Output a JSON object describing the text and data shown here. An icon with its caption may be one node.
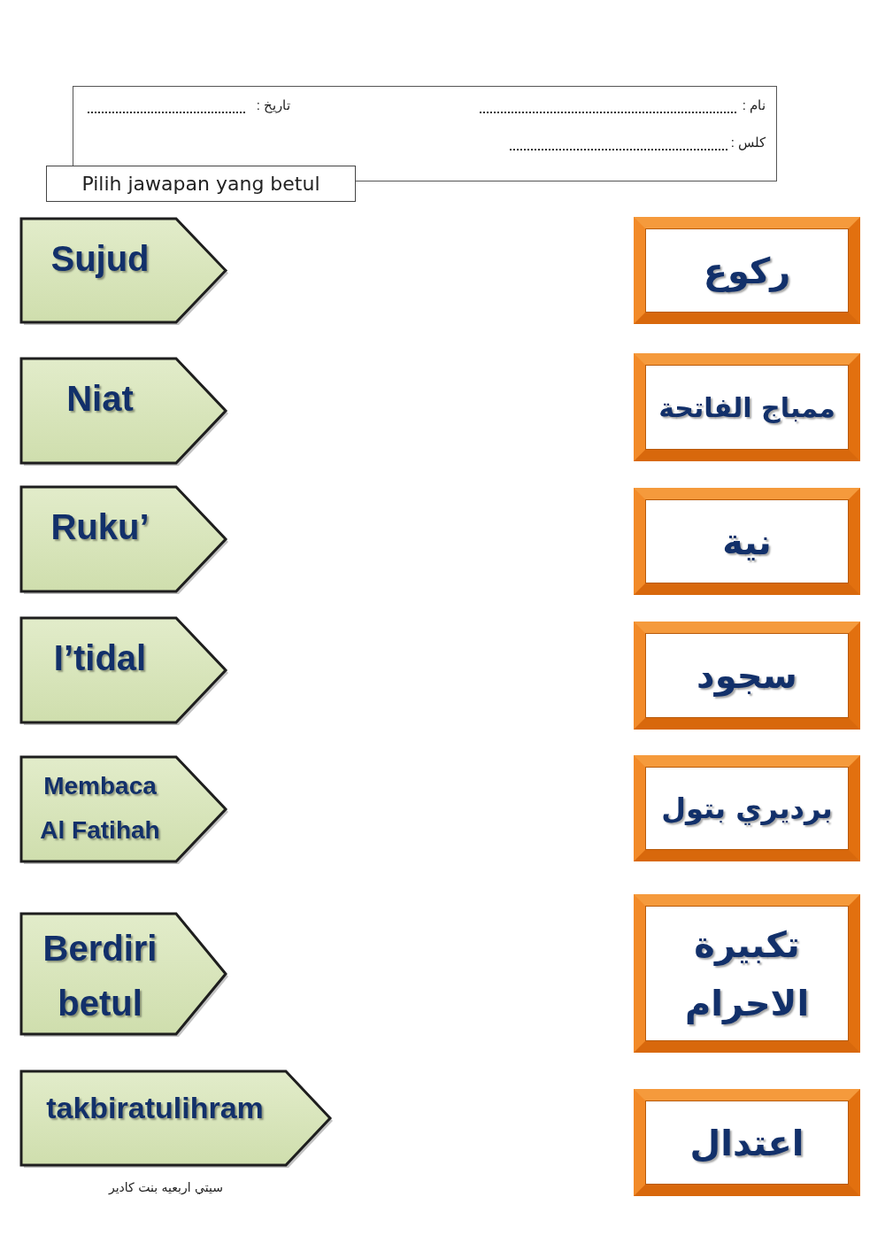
{
  "diagram": {
    "nodes": [
      {
        "text": [
          "نام :",
          "تاريخ :",
          "كلس :"
        ]
      },
      {
        "text": [
          "Pilih jawapan yang betul"
        ]
      },
      {
        "text": [
          "Sujud"
        ]
      },
      {
        "text": [
          "Niat"
        ]
      },
      {
        "text": [
          "Ruku’"
        ]
      },
      {
        "text": [
          "I’tidal"
        ]
      },
      {
        "text": [
          "Membaca Al Fatihah"
        ]
      },
      {
        "text": [
          "Berdiri betul"
        ]
      },
      {
        "text": [
          "takbiratulihram"
        ]
      },
      {
        "text": [
          "ركوع"
        ]
      },
      {
        "text": [
          "ممباج الفاتحة"
        ]
      },
      {
        "text": [
          "نية"
        ]
      },
      {
        "text": [
          "سجود"
        ]
      },
      {
        "text": [
          "برديري بتول"
        ]
      },
      {
        "text": [
          "تكبيرة الاحرام"
        ]
      },
      {
        "text": [
          "اعتدال"
        ]
      }
    ],
    "labels": [
      "سيتي اربعيه بنت كادير"
    ]
  }
}
